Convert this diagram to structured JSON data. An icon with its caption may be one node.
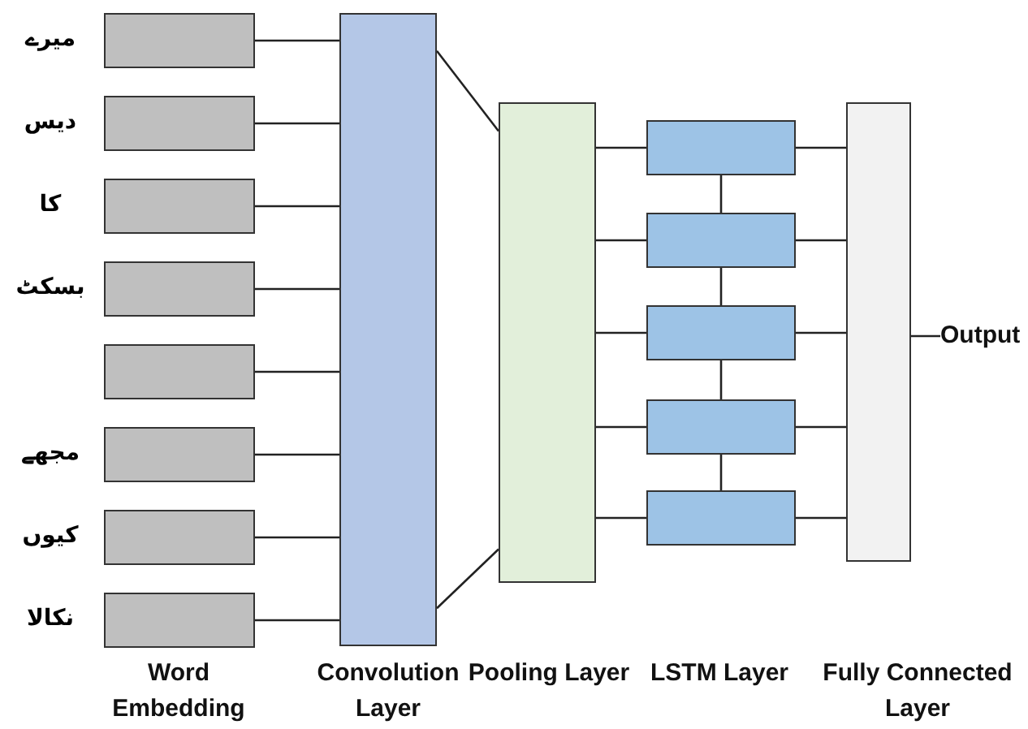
{
  "diagram": {
    "nodes": [
      {
        "text": [],
        "shape": "box",
        "beside": [
          "میرے"
        ]
      },
      {
        "text": [],
        "shape": "box",
        "beside": [
          "دیس"
        ]
      },
      {
        "text": [],
        "shape": "box",
        "beside": [
          "کا"
        ]
      },
      {
        "text": [],
        "shape": "box",
        "beside": [
          "بسکٹ"
        ]
      },
      {
        "text": [],
        "shape": "box"
      },
      {
        "text": [],
        "shape": "box",
        "beside": [
          "مجھے"
        ]
      },
      {
        "text": [],
        "shape": "box",
        "beside": [
          "کیوں"
        ]
      },
      {
        "text": [],
        "shape": "box",
        "beside": [
          "نکالا"
        ]
      },
      {
        "text": [],
        "shape": "box"
      },
      {
        "text": [],
        "shape": "box"
      },
      {
        "text": [],
        "shape": "box"
      },
      {
        "text": [],
        "shape": "box"
      },
      {
        "text": [],
        "shape": "box"
      },
      {
        "text": [],
        "shape": "box"
      },
      {
        "text": [],
        "shape": "box"
      },
      {
        "text": [],
        "shape": "box"
      },
      {
        "text": [
          "Output"
        ]
      }
    ],
    "edges": [
      {
        "from": 0,
        "to": 8,
        "arrow": "none"
      },
      {
        "from": 1,
        "to": 8,
        "arrow": "none"
      },
      {
        "from": 2,
        "to": 8,
        "arrow": "none"
      },
      {
        "from": 3,
        "to": 8,
        "arrow": "none"
      },
      {
        "from": 4,
        "to": 8,
        "arrow": "none"
      },
      {
        "from": 5,
        "to": 8,
        "arrow": "none"
      },
      {
        "from": 6,
        "to": 8,
        "arrow": "none"
      },
      {
        "from": 7,
        "to": 8,
        "arrow": "none"
      },
      {
        "from": 8,
        "to": 9,
        "arrow": "none"
      },
      {
        "from": 8,
        "to": 9,
        "arrow": "none"
      },
      {
        "from": 9,
        "to": 10,
        "arrow": "none"
      },
      {
        "from": 9,
        "to": 11,
        "arrow": "none"
      },
      {
        "from": 9,
        "to": 12,
        "arrow": "none"
      },
      {
        "from": 9,
        "to": 13,
        "arrow": "none"
      },
      {
        "from": 9,
        "to": 14,
        "arrow": "none"
      },
      {
        "from": 10,
        "to": 11,
        "arrow": "none"
      },
      {
        "from": 11,
        "to": 12,
        "arrow": "none"
      },
      {
        "from": 12,
        "to": 13,
        "arrow": "none"
      },
      {
        "from": 13,
        "to": 14,
        "arrow": "none"
      },
      {
        "from": 10,
        "to": 15,
        "arrow": "none"
      },
      {
        "from": 11,
        "to": 15,
        "arrow": "none"
      },
      {
        "from": 12,
        "to": 15,
        "arrow": "none"
      },
      {
        "from": 13,
        "to": 15,
        "arrow": "none"
      },
      {
        "from": 14,
        "to": 15,
        "arrow": "none"
      },
      {
        "from": 15,
        "to": 16,
        "arrow": "none"
      }
    ],
    "labels": [
      "Word Embedding",
      "Convolution Layer",
      "Pooling Layer",
      "LSTM Layer",
      "Fully Connected Layer"
    ]
  }
}
